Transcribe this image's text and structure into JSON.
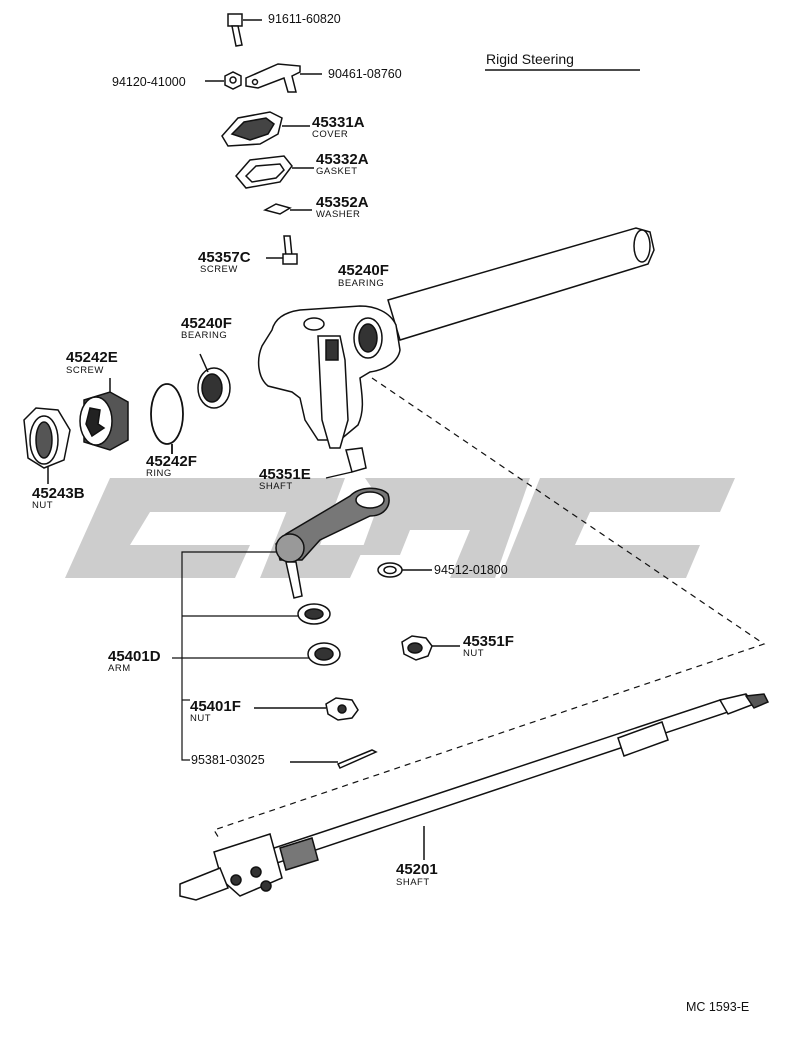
{
  "title": "Rigid Steering",
  "diagram_code": "MC 1593-E",
  "colors": {
    "ink": "#111111",
    "watermark": "#c8c8c8"
  },
  "watermark_icon": "brand-logo-watermark",
  "parts": {
    "bolt_top": "91611-60820",
    "plate": "90461-08760",
    "small_nut": "94120-41000",
    "cover": {
      "number": "45331A",
      "name": "COVER"
    },
    "gasket": {
      "number": "45332A",
      "name": "GASKET"
    },
    "washer": {
      "number": "45352A",
      "name": "WASHER"
    },
    "screw_small": {
      "number": "45357C",
      "name": "SCREW"
    },
    "bearing_upper": {
      "number": "45240F",
      "name": "BEARING"
    },
    "bearing_lower": {
      "number": "45240F",
      "name": "BEARING"
    },
    "adjust_screw": {
      "number": "45242E",
      "name": "SCREW"
    },
    "ring": {
      "number": "45242F",
      "name": "RING"
    },
    "lock_nut": {
      "number": "45243B",
      "name": "NUT"
    },
    "sector_shaft": {
      "number": "45351E",
      "name": "SHAFT"
    },
    "lock_washer": "94512-01800",
    "arm": {
      "number": "45401D",
      "name": "ARM"
    },
    "arm_nut": {
      "number": "45351F",
      "name": "NUT"
    },
    "castle_nut": {
      "number": "45401F",
      "name": "NUT"
    },
    "cotter_pin": "95381-03025",
    "main_shaft": {
      "number": "45201",
      "name": "SHAFT"
    }
  }
}
